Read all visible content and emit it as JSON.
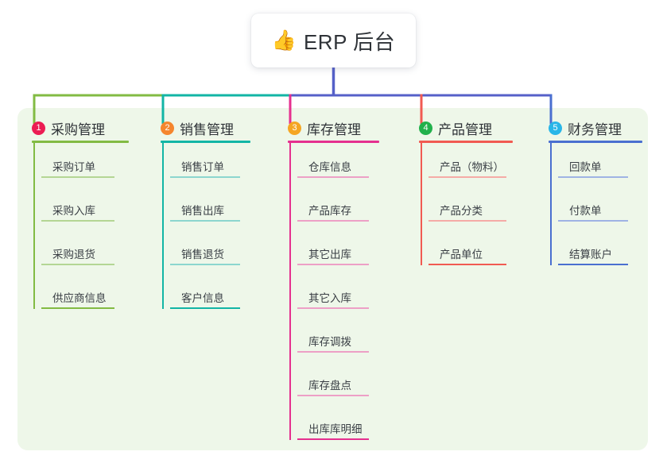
{
  "diagram": {
    "type": "mind-map",
    "root": {
      "icon": "thumbs-up-icon",
      "icon_glyph": "👍",
      "title": "ERP 后台"
    },
    "panel_color": "#eef7e9",
    "branches": [
      {
        "index": "1",
        "title": "采购管理",
        "badge_color": "#ec1c53",
        "line_color": "#82bb43",
        "leaf_line_color": "#b4d694",
        "connector_color": "#82bb43",
        "items": [
          "采购订单",
          "采购入库",
          "采购退货",
          "供应商信息"
        ]
      },
      {
        "index": "2",
        "title": "销售管理",
        "badge_color": "#f5862e",
        "line_color": "#12b5a5",
        "leaf_line_color": "#8cd6cf",
        "connector_color": "#12b5a5",
        "items": [
          "销售订单",
          "销售出库",
          "销售退货",
          "客户信息"
        ]
      },
      {
        "index": "3",
        "title": "库存管理",
        "badge_color": "#f5a623",
        "line_color": "#e5308f",
        "leaf_line_color": "#eda0c6",
        "connector_color": "#e5308f",
        "items": [
          "仓库信息",
          "产品库存",
          "其它出库",
          "其它入库",
          "库存调拨",
          "库存盘点",
          "出库库明细"
        ]
      },
      {
        "index": "4",
        "title": "产品管理",
        "badge_color": "#22b14c",
        "line_color": "#f15a52",
        "leaf_line_color": "#f5aba6",
        "connector_color": "#f15a52",
        "items": [
          "产品（物料）",
          "产品分类",
          "产品单位"
        ]
      },
      {
        "index": "5",
        "title": "财务管理",
        "badge_color": "#29b6e8",
        "line_color": "#4a6fd0",
        "leaf_line_color": "#9fb3e4",
        "connector_color": "#4a6fd0",
        "items": [
          "回款单",
          "付款单",
          "结算账户"
        ]
      }
    ],
    "trunk_color": "#5560c8"
  }
}
